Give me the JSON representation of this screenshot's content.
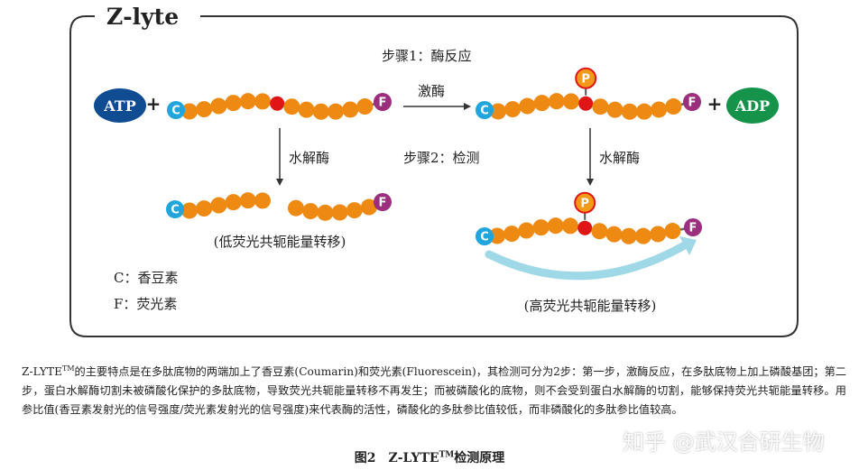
{
  "diagram": {
    "title": "Z-lyte",
    "step1_label": "步骤1：酶反应",
    "kinase_label": "激酶",
    "step2_label": "步骤2：检测",
    "hydrolase_label_left": "水解酶",
    "hydrolase_label_right": "水解酶",
    "atp": "ATP",
    "adp": "ADP",
    "plus": "+",
    "c_letter": "C",
    "f_letter": "F",
    "p_letter": "P",
    "low_fret_label": "(低荧光共轭能量转移)",
    "high_fret_label": "(高荧光共轭能量转移)",
    "legend_c": "C：香豆素",
    "legend_f": "F：荧光素",
    "colors": {
      "atp": "#0f4c92",
      "adp": "#15934a",
      "coumarin": "#20a5dc",
      "fluorescein": "#9b2f7e",
      "bead": "#ee8a12",
      "site": "#e01515",
      "phosphate": "#f39a1a",
      "arc": "#9fd8e6"
    }
  },
  "caption": {
    "sup": "TM",
    "pre": "Z-LYTE",
    "text": "的主要特点是在多肽底物的两端加上了香豆素(Coumarin)和荧光素(Fluorescein)，其检测可分为2步：第一步，激酶反应，在多肽底物上加上磷酸基团；第二步，蛋白水解酶切割未被磷酸化保护的多肽底物，导致荧光共轭能量转移不再发生；而被磷酸化的底物，则不会受到蛋白水解酶的切割，能够保持荧光共轭能量转移。用参比值(香豆素发射光的信号强度/荧光素发射光的信号强度)来代表酶的活性，磷酸化的多肽参比值较低，而非磷酸化的多肽参比值较高。"
  },
  "figure_title": {
    "pre": "图2　Z-LYTE",
    "sup": "TM",
    "post": "检测原理"
  },
  "watermark": "知乎 @武汉合研生物"
}
